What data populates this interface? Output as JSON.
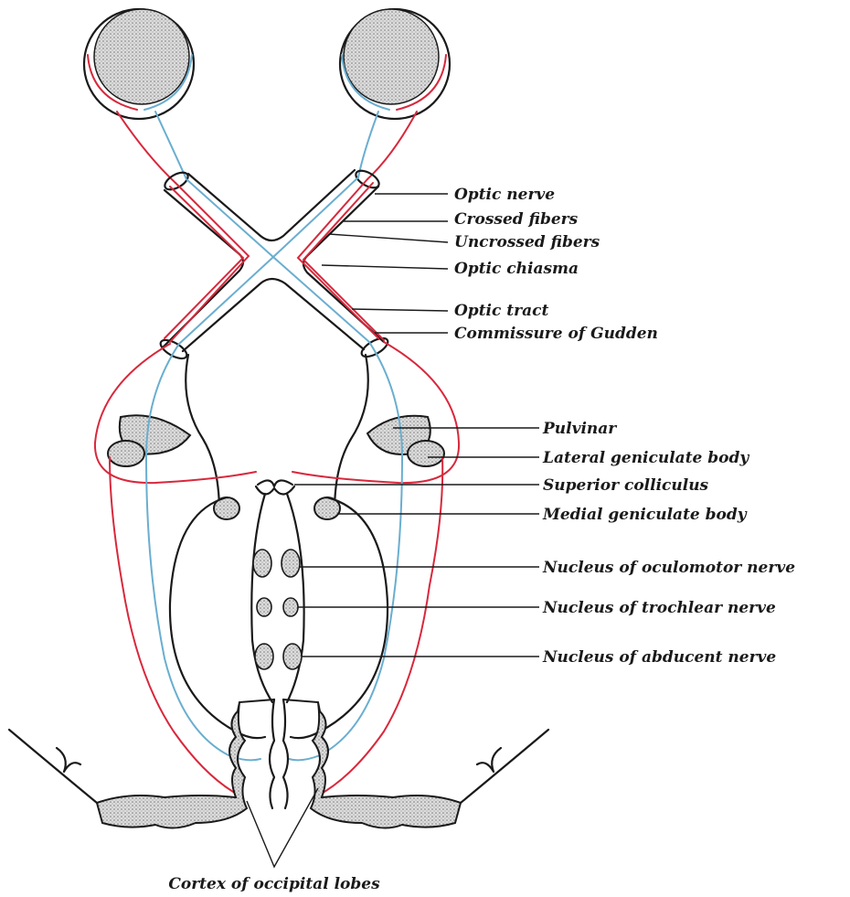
{
  "labels": {
    "optic_nerve": "Optic nerve",
    "crossed_fibers": "Crossed fibers",
    "uncrossed_fibers": "Uncrossed fibers",
    "optic_chiasma": "Optic chiasma",
    "optic_tract": "Optic tract",
    "commissure_of_gudden": "Commissure of Gudden",
    "pulvinar": "Pulvinar",
    "lateral_geniculate_body": "Lateral geniculate body",
    "superior_colliculus": "Superior colliculus",
    "medial_geniculate_body": "Medial geniculate body",
    "nucleus_oculomotor": "Nucleus of oculomotor nerve",
    "nucleus_trochlear": "Nucleus of trochlear nerve",
    "nucleus_abducent": "Nucleus of abducent nerve",
    "cortex_occipital": "Cortex of occipital lobes"
  },
  "colors": {
    "crossed_fiber": "#6aaed0",
    "uncrossed_fiber": "#d8283c",
    "ink": "#1a1a1a",
    "stipple": "#d4d4d4"
  }
}
